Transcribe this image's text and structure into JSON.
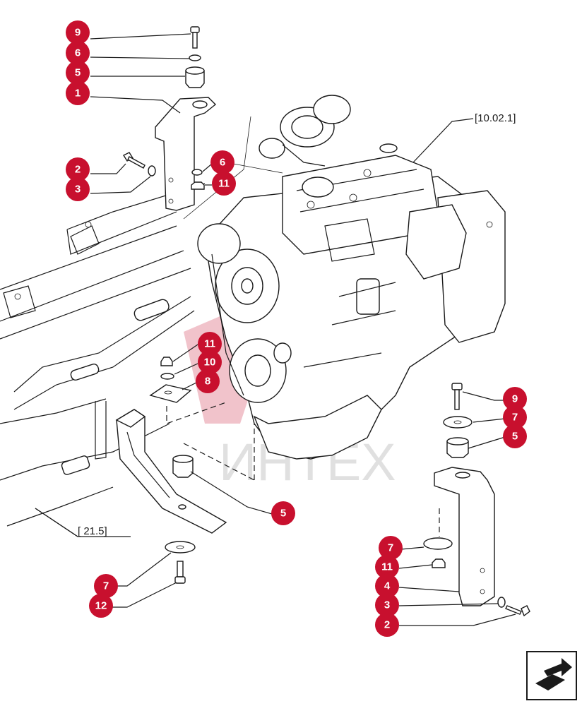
{
  "callouts": {
    "top": {
      "c9": "9",
      "c6": "6",
      "c5": "5",
      "c1": "1",
      "c2": "2",
      "c3": "3",
      "c6b": "6",
      "c11": "11"
    },
    "middle": {
      "c11": "11",
      "c10": "10",
      "c8": "8"
    },
    "lower_left": {
      "c5": "5",
      "c7": "7",
      "c12": "12"
    },
    "right": {
      "c9": "9",
      "c7": "7",
      "c5": "5",
      "c7b": "7",
      "c11": "11",
      "c4": "4",
      "c3": "3",
      "c2": "2"
    }
  },
  "refs": {
    "engine_ref": "[10.02.1]",
    "frame_ref": "[ 21.5]"
  },
  "watermark": "ИНТЕХ",
  "colors": {
    "callout": "#c8102e",
    "line": "#1a1a1a",
    "watermark": "#c8c8c8"
  },
  "icons": {
    "next_page": "arrow-next-page-icon"
  }
}
